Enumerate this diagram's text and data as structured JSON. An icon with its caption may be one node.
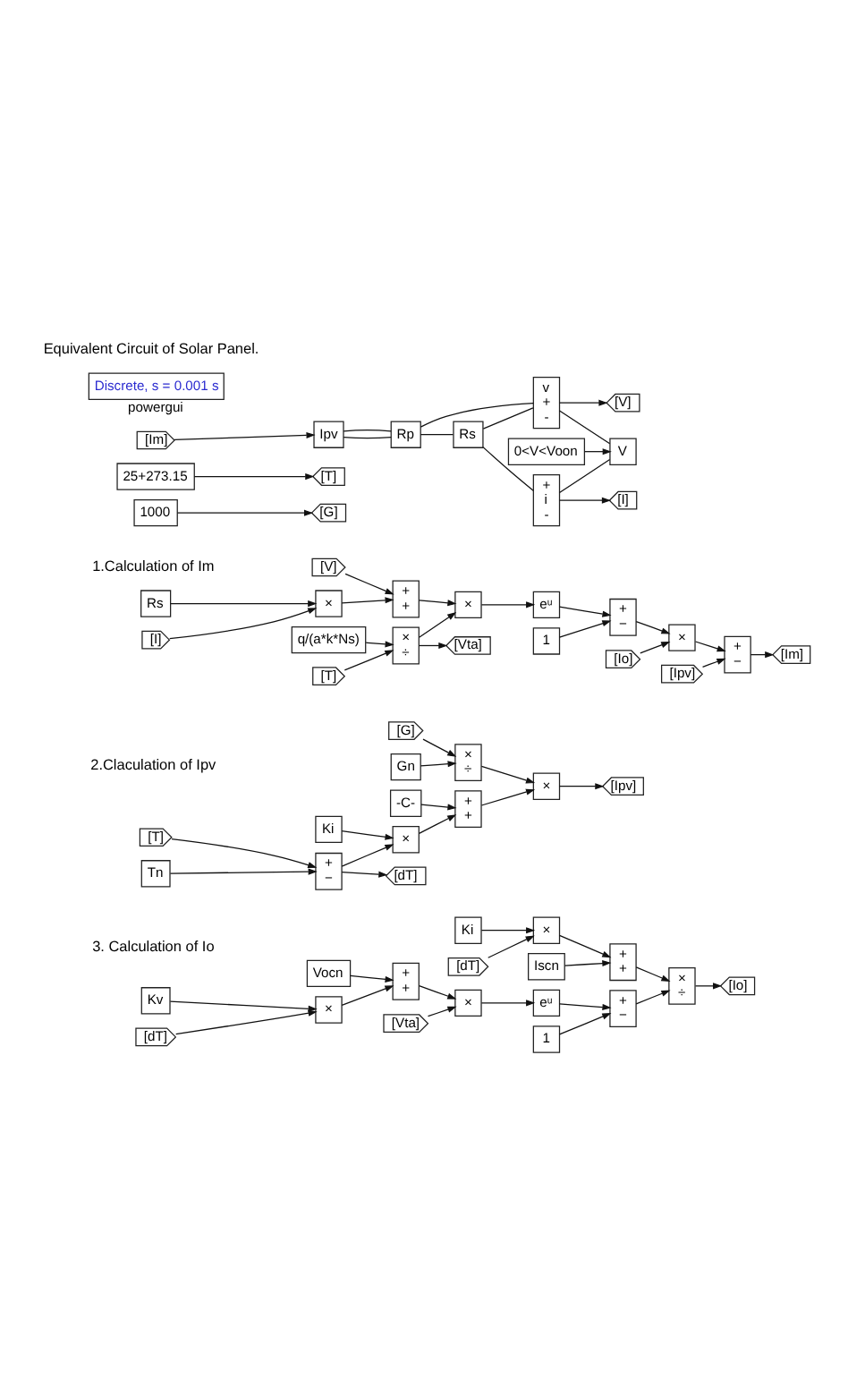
{
  "diagram": {
    "nodes": [
      {
        "text": [
          "Discrete, s = 0.001 s",
          "powergui"
        ]
      },
      {
        "text": [
          "Ipv"
        ]
      },
      {
        "text": [
          "Rp"
        ]
      },
      {
        "text": [
          "Rs"
        ]
      },
      {
        "text": [
          "+",
          "i",
          "-"
        ]
      },
      {
        "text": [
          "[I]"
        ]
      },
      {
        "text": [
          "v",
          "+",
          "-"
        ]
      },
      {
        "text": [
          "[V]"
        ]
      },
      {
        "text": [
          "V"
        ]
      },
      {
        "text": [
          "0<V<Voon"
        ]
      },
      {
        "text": [
          "[Im]"
        ]
      },
      {
        "text": [
          "25+273.15"
        ]
      },
      {
        "text": [
          "[T]"
        ]
      },
      {
        "text": [
          "1000"
        ]
      },
      {
        "text": [
          "[G]"
        ]
      },
      {
        "text": [
          "[V]"
        ]
      },
      {
        "text": [
          "+",
          "+"
        ]
      },
      {
        "text": [
          "Rs"
        ]
      },
      {
        "text": [
          "×"
        ]
      },
      {
        "text": [
          "[I]"
        ]
      },
      {
        "text": [
          "q/(a*k*Ns)"
        ]
      },
      {
        "text": [
          "×",
          "÷"
        ]
      },
      {
        "text": [
          "[T]"
        ]
      },
      {
        "text": [
          "[Vta]"
        ]
      },
      {
        "text": [
          "×"
        ]
      },
      {
        "text": [
          "eᵘ"
        ]
      },
      {
        "text": [
          "1"
        ]
      },
      {
        "text": [
          "+",
          "−"
        ]
      },
      {
        "text": [
          "[Io]"
        ]
      },
      {
        "text": [
          "×"
        ]
      },
      {
        "text": [
          "[Ipv]"
        ]
      },
      {
        "text": [
          "+",
          "−"
        ]
      },
      {
        "text": [
          "[Im]"
        ]
      },
      {
        "text": [
          "[G]"
        ]
      },
      {
        "text": [
          "×",
          "÷"
        ]
      },
      {
        "text": [
          "Gn"
        ]
      },
      {
        "text": [
          "Ki"
        ]
      },
      {
        "text": [
          "×"
        ]
      },
      {
        "text": [
          "+",
          "+"
        ]
      },
      {
        "text": [
          "-C-"
        ]
      },
      {
        "text": [
          "[T]"
        ]
      },
      {
        "text": [
          "+",
          "−"
        ]
      },
      {
        "text": [
          "Tn"
        ]
      },
      {
        "text": [
          "[dT]"
        ]
      },
      {
        "text": [
          "×"
        ]
      },
      {
        "text": [
          "[Ipv]"
        ]
      },
      {
        "text": [
          "Vocn"
        ]
      },
      {
        "text": [
          "+",
          "+"
        ]
      },
      {
        "text": [
          "Ki"
        ]
      },
      {
        "text": [
          "[dT]"
        ]
      },
      {
        "text": [
          "×"
        ]
      },
      {
        "text": [
          "Iscn"
        ]
      },
      {
        "text": [
          "+",
          "+"
        ]
      },
      {
        "text": [
          "Kv"
        ]
      },
      {
        "text": [
          "[dT]"
        ]
      },
      {
        "text": [
          "×"
        ]
      },
      {
        "text": [
          "×"
        ]
      },
      {
        "text": [
          "[Vta]"
        ]
      },
      {
        "text": [
          "eᵘ"
        ]
      },
      {
        "text": [
          "1"
        ]
      },
      {
        "text": [
          "+",
          "−"
        ]
      },
      {
        "text": [
          "×",
          "÷"
        ]
      },
      {
        "text": [
          "[Io]"
        ]
      }
    ],
    "edges": [
      {
        "from": 1,
        "to": 2,
        "arrow": "none"
      },
      {
        "from": 2,
        "to": 3,
        "arrow": "none"
      },
      {
        "from": 3,
        "to": 4,
        "arrow": "none"
      },
      {
        "from": 3,
        "to": 6,
        "arrow": "none"
      },
      {
        "from": 4,
        "to": 5,
        "arrow": "to"
      },
      {
        "from": 4,
        "to": 8,
        "arrow": "none"
      },
      {
        "from": 6,
        "to": 7,
        "arrow": "to"
      },
      {
        "from": 9,
        "to": 8,
        "arrow": "to"
      },
      {
        "from": 1,
        "to": 2,
        "arrow": "none"
      },
      {
        "from": 2,
        "to": 6,
        "arrow": "none"
      },
      {
        "from": 6,
        "to": 8,
        "arrow": "none"
      },
      {
        "from": 10,
        "to": 1,
        "arrow": "to"
      },
      {
        "from": 11,
        "to": 12,
        "arrow": "to"
      },
      {
        "from": 13,
        "to": 14,
        "arrow": "to"
      },
      {
        "from": 15,
        "to": 16,
        "arrow": "to"
      },
      {
        "from": 18,
        "to": 16,
        "arrow": "to"
      },
      {
        "from": 17,
        "to": 18,
        "arrow": "to"
      },
      {
        "from": 19,
        "to": 18,
        "arrow": "to"
      },
      {
        "from": 20,
        "to": 21,
        "arrow": "to"
      },
      {
        "from": 22,
        "to": 21,
        "arrow": "to"
      },
      {
        "from": 21,
        "to": 23,
        "arrow": "to"
      },
      {
        "from": 16,
        "to": 24,
        "arrow": "to"
      },
      {
        "from": 21,
        "to": 24,
        "arrow": "to"
      },
      {
        "from": 24,
        "to": 25,
        "arrow": "to"
      },
      {
        "from": 25,
        "to": 27,
        "arrow": "to"
      },
      {
        "from": 26,
        "to": 27,
        "arrow": "to"
      },
      {
        "from": 27,
        "to": 29,
        "arrow": "to"
      },
      {
        "from": 28,
        "to": 29,
        "arrow": "to"
      },
      {
        "from": 30,
        "to": 31,
        "arrow": "to"
      },
      {
        "from": 29,
        "to": 31,
        "arrow": "to"
      },
      {
        "from": 31,
        "to": 32,
        "arrow": "to"
      },
      {
        "from": 33,
        "to": 34,
        "arrow": "to"
      },
      {
        "from": 35,
        "to": 34,
        "arrow": "to"
      },
      {
        "from": 36,
        "to": 37,
        "arrow": "to"
      },
      {
        "from": 41,
        "to": 37,
        "arrow": "to"
      },
      {
        "from": 37,
        "to": 38,
        "arrow": "to"
      },
      {
        "from": 39,
        "to": 38,
        "arrow": "to"
      },
      {
        "from": 40,
        "to": 41,
        "arrow": "to"
      },
      {
        "from": 42,
        "to": 41,
        "arrow": "to"
      },
      {
        "from": 41,
        "to": 43,
        "arrow": "to"
      },
      {
        "from": 34,
        "to": 44,
        "arrow": "to"
      },
      {
        "from": 38,
        "to": 44,
        "arrow": "to"
      },
      {
        "from": 44,
        "to": 45,
        "arrow": "to"
      },
      {
        "from": 46,
        "to": 47,
        "arrow": "to"
      },
      {
        "from": 55,
        "to": 47,
        "arrow": "to"
      },
      {
        "from": 48,
        "to": 50,
        "arrow": "to"
      },
      {
        "from": 49,
        "to": 50,
        "arrow": "to"
      },
      {
        "from": 50,
        "to": 52,
        "arrow": "to"
      },
      {
        "from": 51,
        "to": 52,
        "arrow": "to"
      },
      {
        "from": 53,
        "to": 55,
        "arrow": "to"
      },
      {
        "from": 54,
        "to": 55,
        "arrow": "to"
      },
      {
        "from": 47,
        "to": 56,
        "arrow": "to"
      },
      {
        "from": 57,
        "to": 56,
        "arrow": "to"
      },
      {
        "from": 56,
        "to": 58,
        "arrow": "to"
      },
      {
        "from": 58,
        "to": 60,
        "arrow": "to"
      },
      {
        "from": 59,
        "to": 60,
        "arrow": "to"
      },
      {
        "from": 52,
        "to": 61,
        "arrow": "to"
      },
      {
        "from": 60,
        "to": 61,
        "arrow": "to"
      },
      {
        "from": 61,
        "to": 62,
        "arrow": "to"
      }
    ],
    "labels": [
      "Equivalent Circuit of Solar Panel.",
      "1.Calculation of Im",
      "2.Claculation of Ipv",
      "3. Calculation of Io"
    ]
  }
}
